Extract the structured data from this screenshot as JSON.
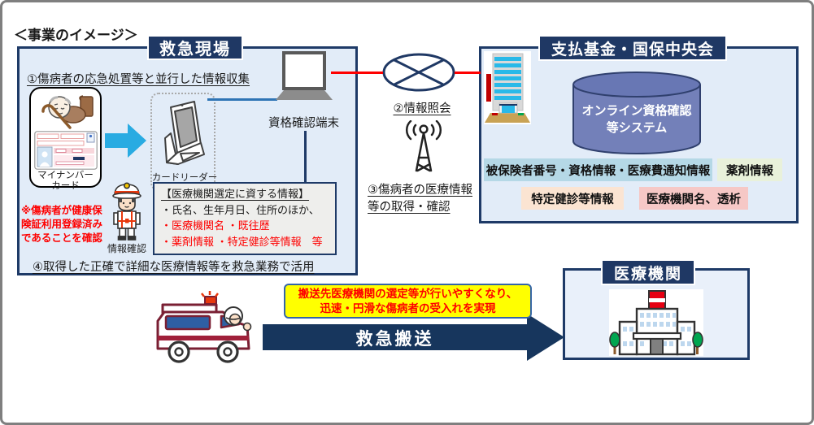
{
  "header": {
    "title": "＜事業のイメージ＞"
  },
  "emergency_scene": {
    "title": "救急現場",
    "step1": "①傷病者の応急処置等と並行した情報収集",
    "mynumber_label_line1": "マイナンバー",
    "mynumber_label_line2": "カード",
    "note_line1": "※傷病者が健康保",
    "note_line2": "険証利用登録済み",
    "note_line3": "であることを確認",
    "card_reader_label": "カードリーダー",
    "terminal_label": "資格確認端末",
    "info_check_label": "情報確認",
    "info_box": {
      "title": "【医療機関選定に資する情報】",
      "item_black": "・氏名、生年月日、住所のほか、",
      "item_red1": "・医療機関名 ・既往歴",
      "item_red2": "・薬剤情報 ・特定健診等情報　等"
    },
    "step4": "④取得した正確で詳細な医療情報等を救急業務で活用"
  },
  "network": {
    "step2": "②情報照会",
    "step3_line1": "③傷病者の医療情報",
    "step3_line2": "等の取得・確認"
  },
  "payment_fund": {
    "title": "支払基金・国保中央会",
    "database_line1": "オンライン資格確認",
    "database_line2": "等システム",
    "tags": [
      {
        "label": "被保険者番号・資格情報・医療費通知情報",
        "bg": "#b5d8e6"
      },
      {
        "label": "薬剤情報",
        "bg": "#e9f1da"
      },
      {
        "label": "特定健診等情報",
        "bg": "#fbe4d2"
      },
      {
        "label": "医療機関名、透析",
        "bg": "#f6c8c6"
      }
    ]
  },
  "hospital": {
    "title": "医療機関"
  },
  "transport": {
    "benefit_line1": "搬送先医療機関の選定等が行いやすくなり、",
    "benefit_line2": "迅速・円滑な傷病者の受入れを実現",
    "arrow_label": "救急搬送"
  },
  "icons": [
    "elderly-patient-icon",
    "mynumber-card-icon",
    "cyan-arrow-icon",
    "card-reader-icon",
    "laptop-icon",
    "network-node-icon",
    "radio-antenna-icon",
    "firefighter-icon",
    "office-building-icon",
    "database-cylinder-icon",
    "hospital-building-icon",
    "ambulance-icon",
    "transport-arrow-icon"
  ],
  "colors": {
    "navy": "#1f3864",
    "panel_border": "#1e3a67",
    "panel_bg": "#e2ecf8",
    "red": "#fe0000",
    "cyan_arrow": "#29abe2",
    "banner_yellow": "#ffff00",
    "banner_border": "#3465a8",
    "cylinder": "#7380b9",
    "tag_blue": "#b5d8e6",
    "tag_green": "#e9f1da",
    "tag_peach": "#fbe4d2",
    "tag_pink": "#f6c8c6"
  }
}
